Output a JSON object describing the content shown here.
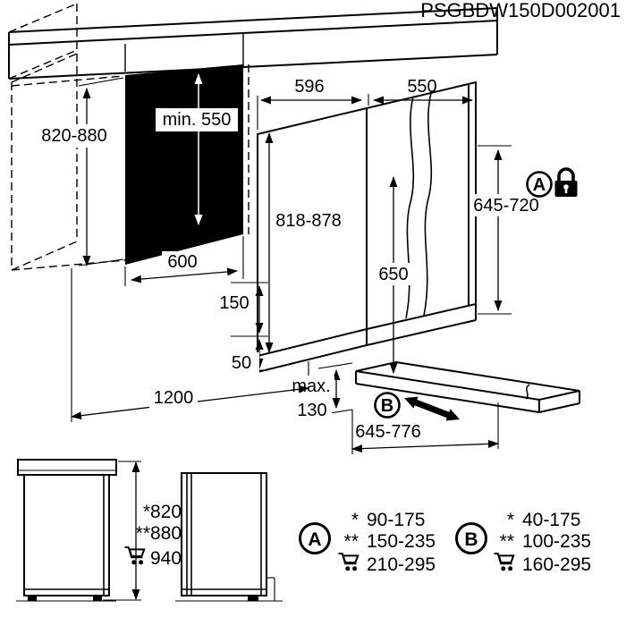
{
  "title": "PSGBDW150D002001",
  "icons": {
    "lock": "lock-icon",
    "cart": "cart-icon"
  },
  "main_diagram": {
    "niche_height": "820-880",
    "niche_min_depth": "min. 550",
    "niche_width": "600",
    "appliance_width": "596",
    "appliance_depth": "550",
    "appliance_height": "818-878",
    "panel_length": "650",
    "door_panel_height": "645-720",
    "plinth_height": "150",
    "feet_adjust": "50",
    "total_depth": "1200",
    "max_label": "max.",
    "max_value": "130",
    "board_length": "645-776",
    "marker_a": "A",
    "marker_b": "B"
  },
  "side_views": {
    "rows": [
      {
        "marker": "*",
        "value": "820"
      },
      {
        "marker": "**",
        "value": "880"
      },
      {
        "marker": "cart",
        "value": "940"
      }
    ]
  },
  "legend": {
    "a": {
      "label": "A",
      "rows": [
        {
          "marker": "*",
          "value": "90-175"
        },
        {
          "marker": "**",
          "value": "150-235"
        },
        {
          "marker": "cart",
          "value": "210-295"
        }
      ]
    },
    "b": {
      "label": "B",
      "rows": [
        {
          "marker": "*",
          "value": "40-175"
        },
        {
          "marker": "**",
          "value": "100-235"
        },
        {
          "marker": "cart",
          "value": "160-295"
        }
      ]
    }
  }
}
